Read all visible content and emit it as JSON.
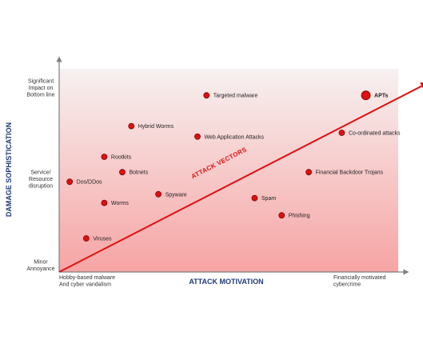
{
  "chart_data": {
    "type": "scatter",
    "xlabel": "ATTACK MOTIVATION",
    "ylabel": "DAMAGE SOPHISTICATION",
    "xlim": [
      0,
      10
    ],
    "ylim": [
      0,
      10
    ],
    "x_ticks": [
      {
        "value": 0,
        "lines": [
          "Hobby-based malware",
          "And cyber vandalism"
        ]
      },
      {
        "value": 10,
        "lines": [
          "Financially motivated",
          "cybercrime"
        ]
      }
    ],
    "y_ticks": [
      {
        "value": 0,
        "lines": [
          "Minor",
          "Annoyance"
        ]
      },
      {
        "value": 4.85,
        "lines": [
          "Service/",
          "Resource",
          "disruption"
        ]
      },
      {
        "value": 9.6,
        "lines": [
          "Significant",
          "Impact on",
          "Bottom line"
        ]
      }
    ],
    "trend": {
      "label": "ATTACK VECTORS",
      "from": [
        0,
        0
      ],
      "to": [
        12.2,
        9.8
      ]
    },
    "points": [
      {
        "label": "Targeted malware",
        "x": 4.9,
        "y": 9.2
      },
      {
        "label": "APTs",
        "x": 10.2,
        "y": 9.2,
        "highlight": true
      },
      {
        "label": "Hybrid Worms",
        "x": 2.4,
        "y": 7.6
      },
      {
        "label": "Web Application Attacks",
        "x": 4.6,
        "y": 7.05
      },
      {
        "label": "Co-ordinated attacks",
        "x": 9.4,
        "y": 7.25
      },
      {
        "label": "Rootkits",
        "x": 1.5,
        "y": 6.0
      },
      {
        "label": "Botnets",
        "x": 2.1,
        "y": 5.2
      },
      {
        "label": "Financial Backdoor Trojans",
        "x": 8.3,
        "y": 5.2
      },
      {
        "label": "Dos/DDos",
        "x": 0.35,
        "y": 4.7
      },
      {
        "label": "Spyware",
        "x": 3.3,
        "y": 4.05
      },
      {
        "label": "Worms",
        "x": 1.5,
        "y": 3.6
      },
      {
        "label": "Spam",
        "x": 6.5,
        "y": 3.85
      },
      {
        "label": "Phishing",
        "x": 7.4,
        "y": 2.95
      },
      {
        "label": "Viruses",
        "x": 0.9,
        "y": 1.75
      }
    ],
    "colors": {
      "point": "#e01010",
      "trend": "#e01010",
      "bg_top": "#f7f1f1",
      "bg_bottom": "#f7a4a4",
      "axis": "#7f7f7f",
      "axis_title": "#1f3a7a"
    }
  }
}
